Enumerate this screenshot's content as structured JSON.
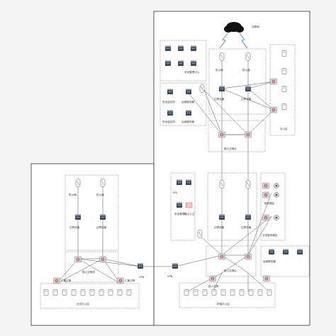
{
  "labels": {
    "internet": "互联网",
    "firewall": "防火墙",
    "perimeter_device": "边界设备",
    "management_server": "安全管理中心",
    "monitor_host_1": "安全监控机",
    "monitor_host_2": "安全监控机",
    "mgmt_svc_a": "运维服务器",
    "mgmt_svc_b": "运维服务器",
    "zone_office": "办公区",
    "core_zone": "核心交换区",
    "ids": "IDS",
    "branch_core": "核心交换机",
    "branch_access": "汇聚交换",
    "branch_clients": "分支办公区",
    "vpn": "VPN",
    "dmz": "服务器区",
    "sec_zone": "安全管理区",
    "server_zone": "业务服务器区",
    "access_switch": "接入交换",
    "client_zone": "终端办公区",
    "red_node": "安全认证"
  },
  "colors": {
    "line": "#555555",
    "dashed_box": "#777777",
    "device_dark": "#3f4a57",
    "device_light": "#cfd6dd",
    "router_red": "#b44848",
    "cloud": "#111111",
    "lightning": "#3d7fd9"
  }
}
